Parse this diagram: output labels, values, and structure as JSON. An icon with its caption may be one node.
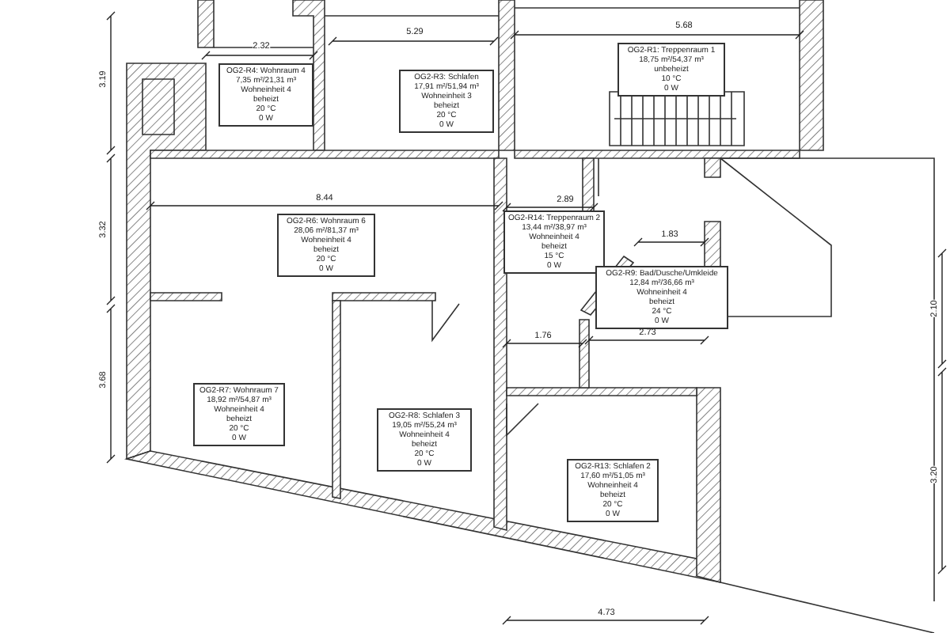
{
  "diagram": {
    "nodes": [
      {
        "text": [
          "OG2-R4: Wohnraum 4",
          "7,35 m²/21,31 m³",
          "Wohneinheit 4",
          "beheizt",
          "20 °C",
          "0 W"
        ]
      },
      {
        "text": [
          "OG2-R3: Schlafen",
          "17,91 m²/51,94 m³",
          "Wohneinheit 3",
          "beheizt",
          "20 °C",
          "0 W"
        ]
      },
      {
        "text": [
          "OG2-R1: Treppenraum 1",
          "18,75 m²/54,37 m³",
          "unbeheizt",
          "10 °C",
          "0 W"
        ]
      },
      {
        "text": [
          "OG2-R6: Wohnraum 6",
          "28,06 m²/81,37 m³",
          "Wohneinheit 4",
          "beheizt",
          "20 °C",
          "0 W"
        ]
      },
      {
        "text": [
          "OG2-R14: Treppenraum 2",
          "13,44 m²/38,97 m³",
          "Wohneinheit 4",
          "beheizt",
          "15 °C",
          "0 W"
        ]
      },
      {
        "text": [
          "OG2-R9: Bad/Dusche/Umkleide",
          "12,84 m²/36,66 m³",
          "Wohneinheit 4",
          "beheizt",
          "24 °C",
          "0 W"
        ]
      },
      {
        "text": [
          "OG2-R7: Wohnraum 7",
          "18,92 m²/54,87 m³",
          "Wohneinheit 4",
          "beheizt",
          "20 °C",
          "0 W"
        ]
      },
      {
        "text": [
          "OG2-R8: Schlafen 3",
          "19,05 m²/55,24 m³",
          "Wohneinheit 4",
          "beheizt",
          "20 °C",
          "0 W"
        ]
      },
      {
        "text": [
          "OG2-R13: Schlafen 2",
          "17,60 m²/51,05 m³",
          "Wohneinheit 4",
          "beheizt",
          "20 °C",
          "0 W"
        ]
      }
    ],
    "labels": [
      "5.68",
      "2.32",
      "5.29",
      "3.19",
      "8.44",
      "2.89",
      "3.32",
      "1.83",
      "2.10",
      "1.76",
      "2.73",
      "3.68",
      "3.20",
      "4.73"
    ]
  }
}
